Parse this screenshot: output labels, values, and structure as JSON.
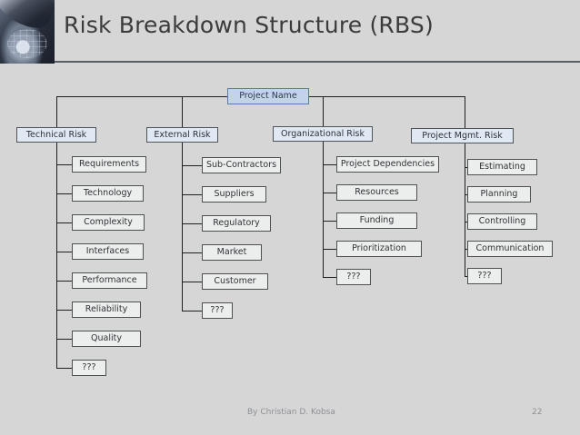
{
  "slide": {
    "title": "Risk Breakdown Structure (RBS)",
    "background_color": "#d6d6d6",
    "title_color": "#3b3b3b",
    "rule_color": "#595e66"
  },
  "header": {
    "decor_image_name": "hand-and-globe-photo"
  },
  "diagram": {
    "root": {
      "label": "Project Name",
      "fill": "#c3d3e8",
      "border": "#5b7ca8"
    },
    "branches": [
      {
        "label": "Technical Risk",
        "fill": "#dfe8f3",
        "children": [
          "Requirements",
          "Technology",
          "Complexity",
          "Interfaces",
          "Performance",
          "Reliability",
          "Quality",
          "???"
        ]
      },
      {
        "label": "External Risk",
        "fill": "#dfe8f3",
        "children": [
          "Sub-Contractors",
          "Suppliers",
          "Regulatory",
          "Market",
          "Customer",
          "???"
        ]
      },
      {
        "label": "Organizational Risk",
        "fill": "#dfe8f3",
        "children": [
          "Project Dependencies",
          "Resources",
          "Funding",
          "Prioritization",
          "???"
        ]
      },
      {
        "label": "Project Mgmt. Risk",
        "fill": "#dfe8f3",
        "children": [
          "Estimating",
          "Planning",
          "Controlling",
          "Communication",
          "???"
        ]
      }
    ]
  },
  "footer": {
    "author": "By Christian D. Kobsa",
    "page_number": "22",
    "text_color": "#8d9094"
  }
}
